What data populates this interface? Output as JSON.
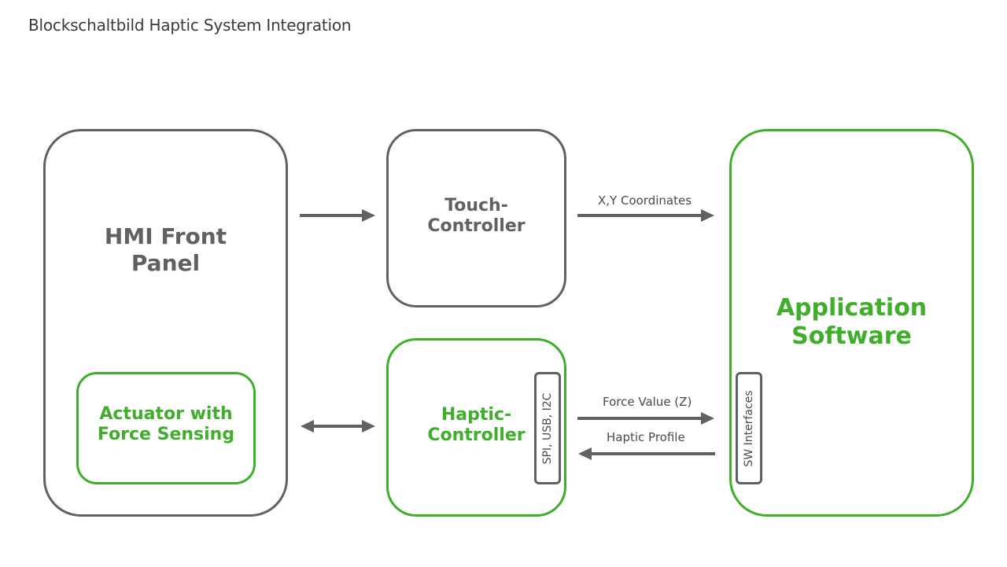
{
  "title": "Blockschaltbild Haptic System Integration",
  "colors": {
    "gray": "#5f6163",
    "green": "#3fae2a",
    "text": "#4a4a4a"
  },
  "blocks": {
    "hmi_front_panel": {
      "label_line1": "HMI Front",
      "label_line2": "Panel"
    },
    "actuator": {
      "label_line1": "Actuator with",
      "label_line2": "Force Sensing"
    },
    "touch_controller": {
      "label_line1": "Touch-",
      "label_line2": "Controller"
    },
    "haptic_controller": {
      "label_line1": "Haptic-",
      "label_line2": "Controller",
      "interface_label": "SPI, USB, I2C"
    },
    "application_software": {
      "label_line1": "Application",
      "label_line2": "Software",
      "interface_label": "SW Interfaces"
    }
  },
  "connections": [
    {
      "from": "HMI Front Panel",
      "to": "Touch-Controller",
      "label": "",
      "direction": "forward"
    },
    {
      "from": "Touch-Controller",
      "to": "Application Software",
      "label": "X,Y Coordinates",
      "direction": "forward"
    },
    {
      "from": "HMI Front Panel",
      "to": "Haptic-Controller",
      "label": "",
      "direction": "bidirectional"
    },
    {
      "from": "Haptic-Controller",
      "to": "Application Software",
      "label": "Force Value (Z)",
      "direction": "forward"
    },
    {
      "from": "Application Software",
      "to": "Haptic-Controller",
      "label": "Haptic Profile",
      "direction": "forward"
    }
  ]
}
